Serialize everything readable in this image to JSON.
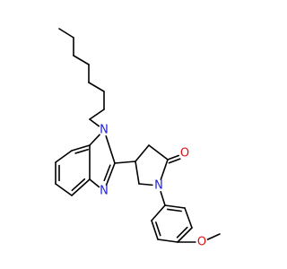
{
  "molecule": {
    "atoms": [
      {
        "id": "a1",
        "label": "",
        "element": "C"
      },
      {
        "id": "a2",
        "label": "",
        "element": "C"
      },
      {
        "id": "a3",
        "label": "",
        "element": "C"
      },
      {
        "id": "a4",
        "label": "",
        "element": "C"
      },
      {
        "id": "a5",
        "label": "",
        "element": "C"
      },
      {
        "id": "a6",
        "label": "",
        "element": "C"
      },
      {
        "id": "a7",
        "label": "",
        "element": "C"
      },
      {
        "id": "a8",
        "label": "",
        "element": "C"
      },
      {
        "id": "n1",
        "label": "N",
        "element": "N"
      },
      {
        "id": "c7a",
        "label": "",
        "element": "C"
      },
      {
        "id": "c7",
        "label": "",
        "element": "C"
      },
      {
        "id": "c6",
        "label": "",
        "element": "C"
      },
      {
        "id": "c5",
        "label": "",
        "element": "C"
      },
      {
        "id": "c4",
        "label": "",
        "element": "C"
      },
      {
        "id": "c3a",
        "label": "",
        "element": "C"
      },
      {
        "id": "n3",
        "label": "N",
        "element": "N"
      },
      {
        "id": "c2",
        "label": "",
        "element": "C"
      },
      {
        "id": "p4",
        "label": "",
        "element": "C"
      },
      {
        "id": "p3",
        "label": "",
        "element": "C"
      },
      {
        "id": "p2",
        "label": "",
        "element": "C"
      },
      {
        "id": "o1",
        "label": "O",
        "element": "O"
      },
      {
        "id": "pn",
        "label": "N",
        "element": "N"
      },
      {
        "id": "p5",
        "label": "",
        "element": "C"
      },
      {
        "id": "b1",
        "label": "",
        "element": "C"
      },
      {
        "id": "b2",
        "label": "",
        "element": "C"
      },
      {
        "id": "b3",
        "label": "",
        "element": "C"
      },
      {
        "id": "b4",
        "label": "",
        "element": "C"
      },
      {
        "id": "b5",
        "label": "",
        "element": "C"
      },
      {
        "id": "b6",
        "label": "",
        "element": "C"
      },
      {
        "id": "o2",
        "label": "O",
        "element": "O"
      },
      {
        "id": "me",
        "label": "",
        "element": "C"
      }
    ],
    "bonds": [
      {
        "a": "a1",
        "b": "a2",
        "order": 1
      },
      {
        "a": "a2",
        "b": "a3",
        "order": 1
      },
      {
        "a": "a3",
        "b": "a4",
        "order": 1
      },
      {
        "a": "a4",
        "b": "a5",
        "order": 1
      },
      {
        "a": "a5",
        "b": "a6",
        "order": 1
      },
      {
        "a": "a6",
        "b": "a7",
        "order": 1
      },
      {
        "a": "a7",
        "b": "a8",
        "order": 1
      },
      {
        "a": "a8",
        "b": "n1",
        "order": 1
      },
      {
        "a": "n1",
        "b": "c7a",
        "order": 1
      },
      {
        "a": "c7a",
        "b": "c7",
        "order": 2
      },
      {
        "a": "c7",
        "b": "c6",
        "order": 1
      },
      {
        "a": "c6",
        "b": "c5",
        "order": 2
      },
      {
        "a": "c5",
        "b": "c4",
        "order": 1
      },
      {
        "a": "c4",
        "b": "c3a",
        "order": 2
      },
      {
        "a": "c3a",
        "b": "c7a",
        "order": 1
      },
      {
        "a": "c3a",
        "b": "n3",
        "order": 1
      },
      {
        "a": "n3",
        "b": "c2",
        "order": 2
      },
      {
        "a": "c2",
        "b": "n1",
        "order": 1
      },
      {
        "a": "c2",
        "b": "p4",
        "order": 1
      },
      {
        "a": "p4",
        "b": "p3",
        "order": 1
      },
      {
        "a": "p3",
        "b": "p2",
        "order": 1
      },
      {
        "a": "p2",
        "b": "o1",
        "order": 2
      },
      {
        "a": "p2",
        "b": "pn",
        "order": 1
      },
      {
        "a": "pn",
        "b": "p5",
        "order": 1
      },
      {
        "a": "p5",
        "b": "p4",
        "order": 1
      },
      {
        "a": "pn",
        "b": "b1",
        "order": 1
      },
      {
        "a": "b1",
        "b": "b2",
        "order": 2
      },
      {
        "a": "b2",
        "b": "b3",
        "order": 1
      },
      {
        "a": "b3",
        "b": "b4",
        "order": 2
      },
      {
        "a": "b4",
        "b": "b5",
        "order": 1
      },
      {
        "a": "b5",
        "b": "b6",
        "order": 2
      },
      {
        "a": "b6",
        "b": "b1",
        "order": 1
      },
      {
        "a": "b4",
        "b": "o2",
        "order": 1
      },
      {
        "a": "o2",
        "b": "me",
        "order": 1
      }
    ]
  },
  "colors": {
    "bond": "#000000",
    "nitrogen": "#1f1fd6",
    "oxygen": "#e01010",
    "background": "#ffffff"
  }
}
